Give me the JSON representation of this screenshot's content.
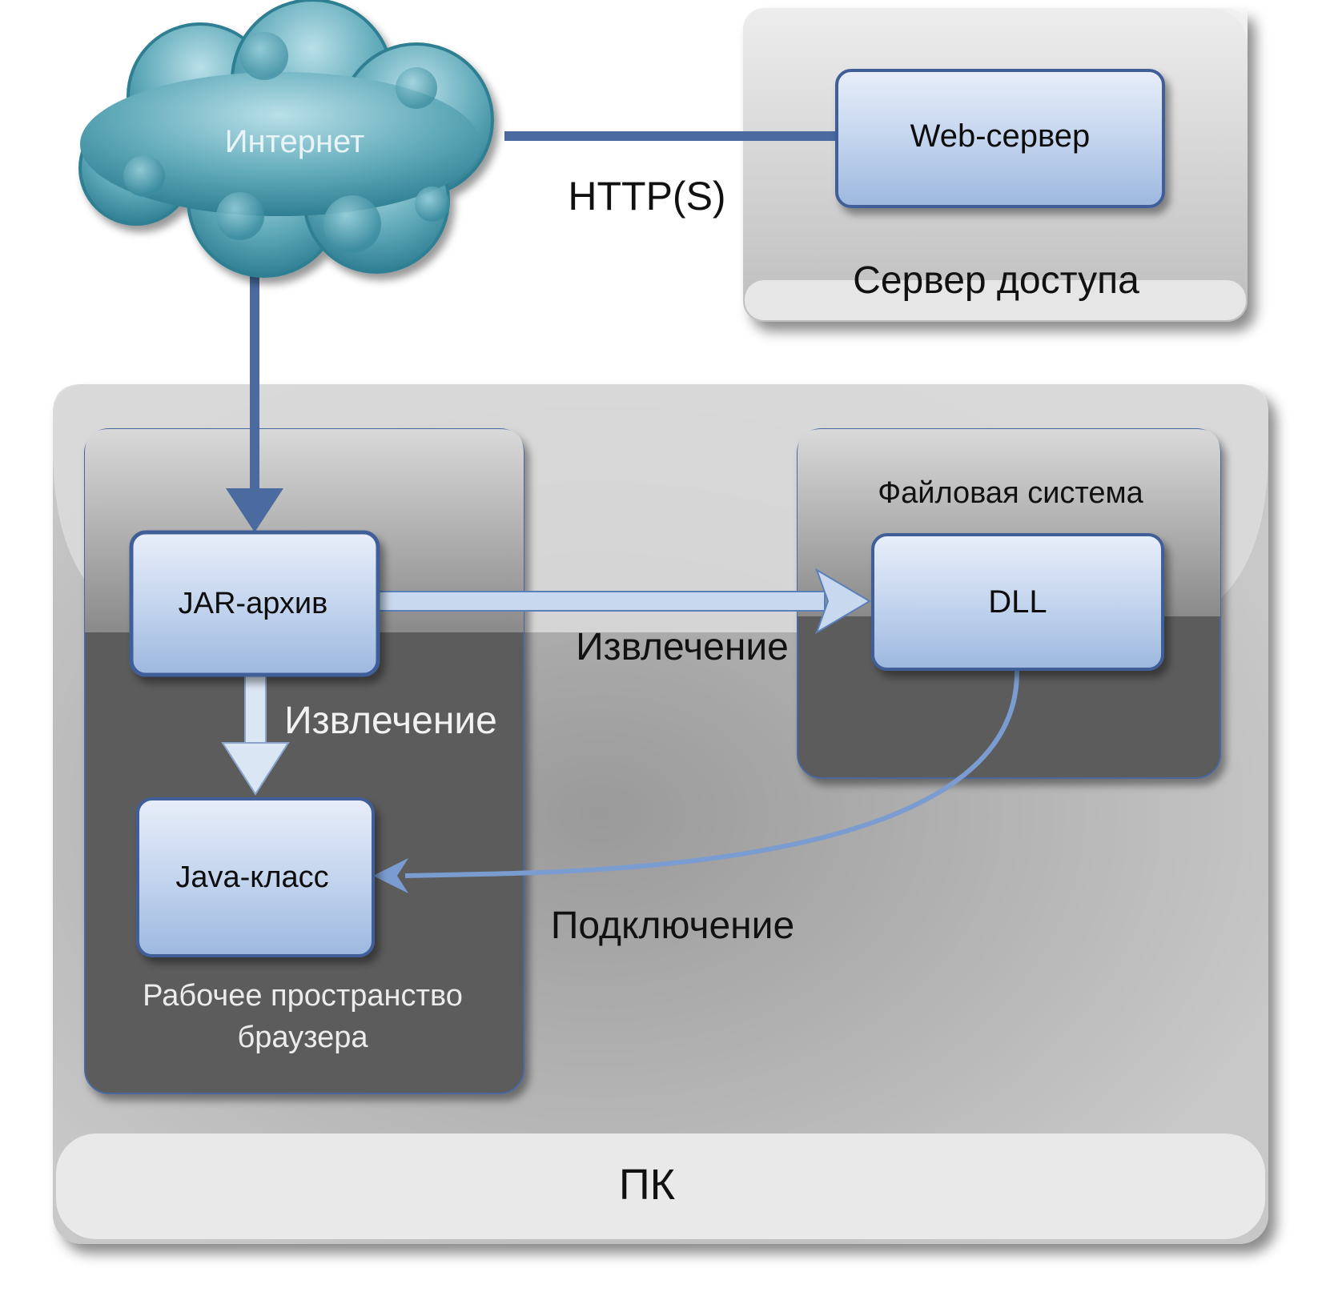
{
  "cloud": {
    "label": "Интернет"
  },
  "server": {
    "title": "Сервер доступа",
    "web_server": "Web-сервер"
  },
  "pc": {
    "title": "ПК"
  },
  "browser": {
    "title_line1": "Рабочее пространство",
    "title_line2": "браузера",
    "jar": "JAR-архив",
    "java_class": "Java-класс"
  },
  "fs": {
    "title": "Файловая система",
    "dll": "DLL"
  },
  "edges": {
    "http": "HTTP(S)",
    "extract_dll": "Извлечение",
    "extract_class": "Извлечение",
    "connect": "Подключение"
  },
  "colors": {
    "box_blue": "#a9c4e6",
    "arrow_blue": "#5b7fb8",
    "cloud_teal": "#3f8ea0",
    "dark_panel": "#5c5c5c"
  }
}
